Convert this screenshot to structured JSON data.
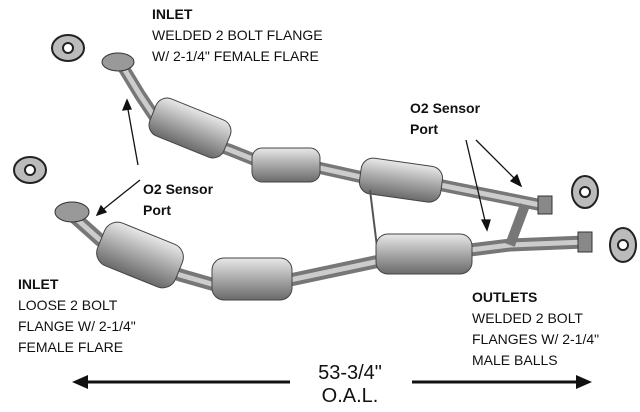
{
  "labels": {
    "top_inlet": {
      "title": "INLET",
      "lines": [
        "WELDED 2 BOLT FLANGE",
        "W/ 2-1/4\" FEMALE FLARE"
      ]
    },
    "right_sensor": {
      "title": [
        "O2 Sensor",
        "Port"
      ]
    },
    "left_sensor": {
      "title": [
        "O2 Sensor",
        "Port"
      ]
    },
    "bottom_inlet": {
      "title": "INLET",
      "lines": [
        "LOOSE 2 BOLT",
        "FLANGE W/ 2-1/4\"",
        "FEMALE FLARE"
      ]
    },
    "outlets": {
      "title": "OUTLETS",
      "lines": [
        "WELDED 2 BOLT",
        "FLANGES W/ 2-1/4\"",
        "MALE BALLS"
      ]
    }
  },
  "dimension": {
    "value": "53-3/4\"",
    "caption": "O.A.L."
  }
}
